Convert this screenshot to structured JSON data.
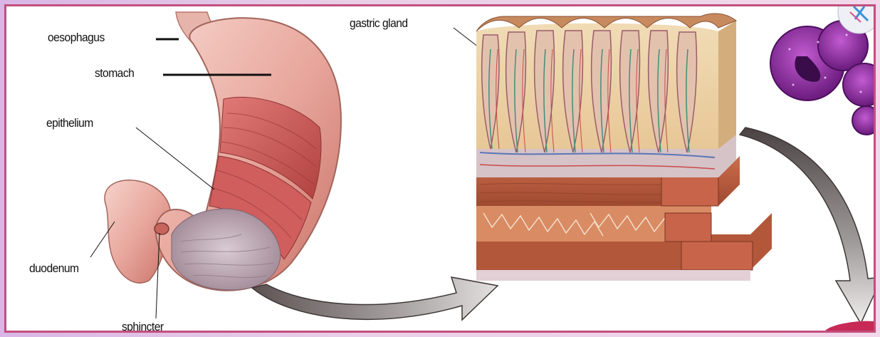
{
  "labels": {
    "oesophagus": "oesophagus",
    "stomach": "stomach",
    "epithelium": "epithelium",
    "duodenum": "duodenum",
    "sphincter": "sphincter",
    "gastric_gland": "gastric gland"
  },
  "colors": {
    "frame_border": "#c24f7d",
    "muscle": "#c9565a",
    "stomach_skin": "#e9a9a0",
    "mucosa": "#bba7b4",
    "arrow_grey": "#9a9a9a",
    "cell_purple": "#8a2a9a"
  }
}
